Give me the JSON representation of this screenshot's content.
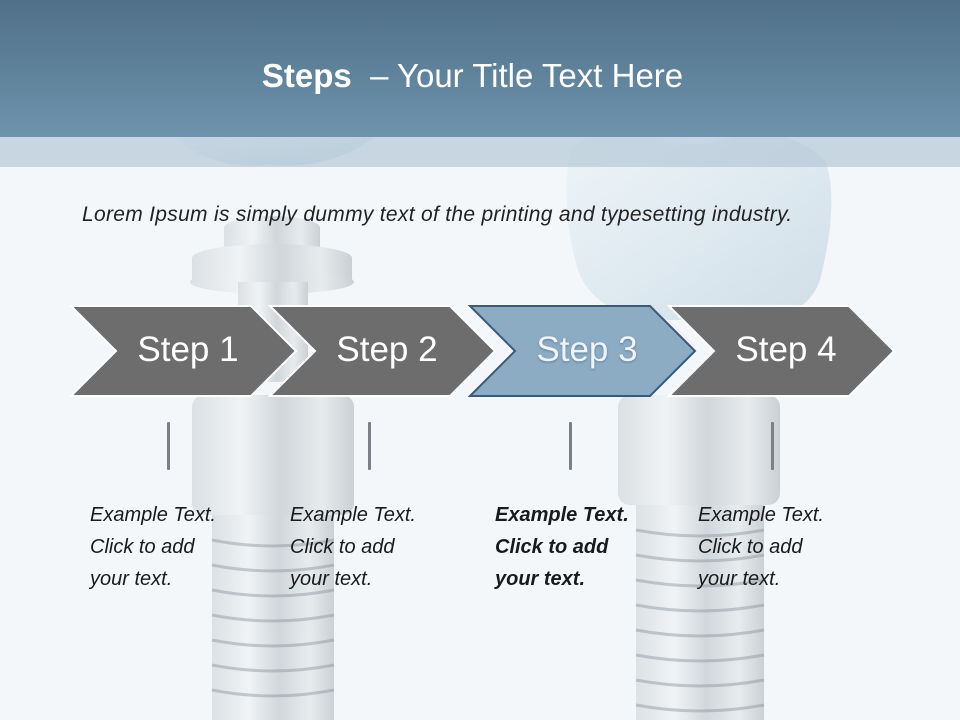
{
  "header": {
    "title_strong": "Steps",
    "title_rest": "– Your Title Text Here"
  },
  "intro": {
    "text": "Lorem Ipsum is simply dummy text of the printing and typesetting industry."
  },
  "steps": [
    {
      "label": "Step 1",
      "lines": [
        "Example Text.",
        "Click  to add",
        "your text."
      ],
      "active": false
    },
    {
      "label": "Step 2",
      "lines": [
        "Example Text.",
        "Click  to add",
        "your text."
      ],
      "active": false
    },
    {
      "label": "Step 3",
      "lines": [
        "Example Text.",
        "Click  to add",
        "your text."
      ],
      "active": true
    },
    {
      "label": "Step 4",
      "lines": [
        "Example Text.",
        "Click  to add",
        "your text."
      ],
      "active": false
    }
  ],
  "colors": {
    "header": "#5b7f99",
    "step_inactive": "#6d6d6d",
    "step_active": "#8cacc4",
    "step_active_border": "#3a5a78"
  },
  "background": {
    "illustration": "dental-implant-and-crown"
  }
}
